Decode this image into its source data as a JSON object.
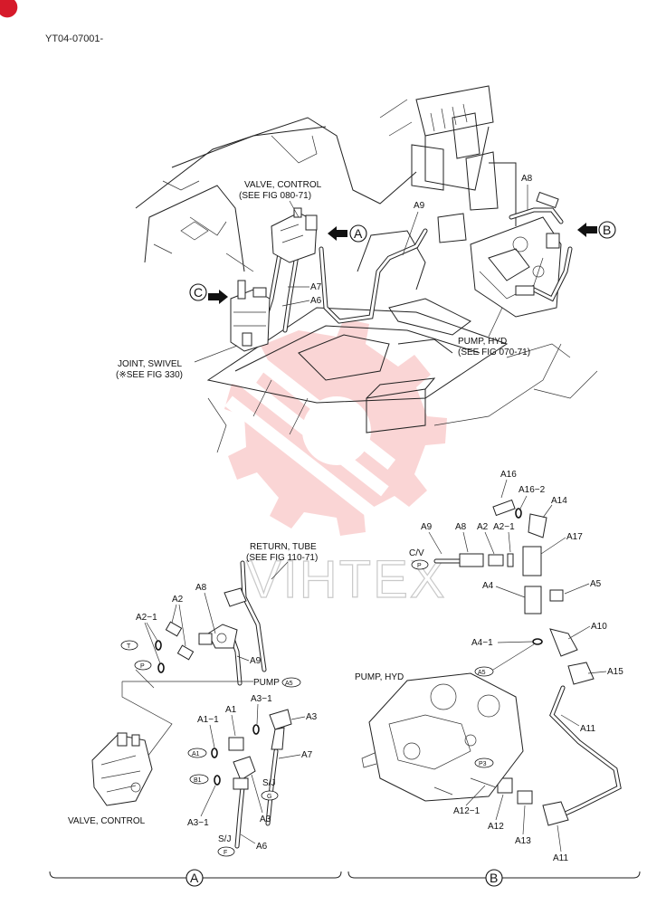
{
  "document": {
    "code": "YT04-07001-"
  },
  "watermark": {
    "text": "VIHTEX",
    "color": "#f08080"
  },
  "overview": {
    "valve_control": {
      "line1": "VALVE, CONTROL",
      "line2": "(SEE FIG 080-71)"
    },
    "pump_hyd": {
      "line1": "PUMP, HYD",
      "line2": "(SEE FIG 070-71)"
    },
    "joint_swivel": {
      "line1": "JOINT, SWIVEL",
      "line2": "(※SEE FIG 330)"
    },
    "callouts": [
      "A",
      "B",
      "C"
    ],
    "labels": {
      "a9": "A9",
      "a8": "A8",
      "a7": "A7",
      "a6": "A6"
    }
  },
  "detail_a": {
    "return_tube": {
      "line1": "RETURN, TUBE",
      "line2": "(SEE FIG 110-71)"
    },
    "pump_label": "PUMP",
    "valve_control": "VALVE, CONTROL",
    "labels": {
      "a8": "A8",
      "a2": "A2",
      "a2_1": "A2−1",
      "a9": "A9",
      "a1": "A1",
      "a3_1_top": "A3−1",
      "a3_top": "A3",
      "a1_1": "A1−1",
      "a7": "A7",
      "sj_top": "S/J",
      "a3_1_bottom": "A3−1",
      "a3_bottom": "A3",
      "sj_bottom": "S/J",
      "a6": "A6"
    },
    "ports": {
      "t": "T",
      "p": "P",
      "a5": "A5",
      "a1": "A1",
      "b1": "B1",
      "g": "G",
      "f": "F"
    },
    "section_label": "A"
  },
  "detail_b": {
    "pump_hyd": "PUMP, HYD",
    "cv": "C/V",
    "labels": {
      "a16": "A16",
      "a16_2": "A16−2",
      "a14": "A14",
      "a9": "A9",
      "a8": "A8",
      "a2": "A2",
      "a2_1": "A2−1",
      "a17": "A17",
      "a4": "A4",
      "a5": "A5",
      "a10": "A10",
      "a4_1": "A4−1",
      "a15": "A15",
      "a11_top": "A11",
      "a12_1": "A12−1",
      "a12": "A12",
      "a13": "A13",
      "a11_bottom": "A11"
    },
    "ports": {
      "p": "P",
      "a5": "A5",
      "p3": "P3"
    },
    "section_label": "B"
  }
}
